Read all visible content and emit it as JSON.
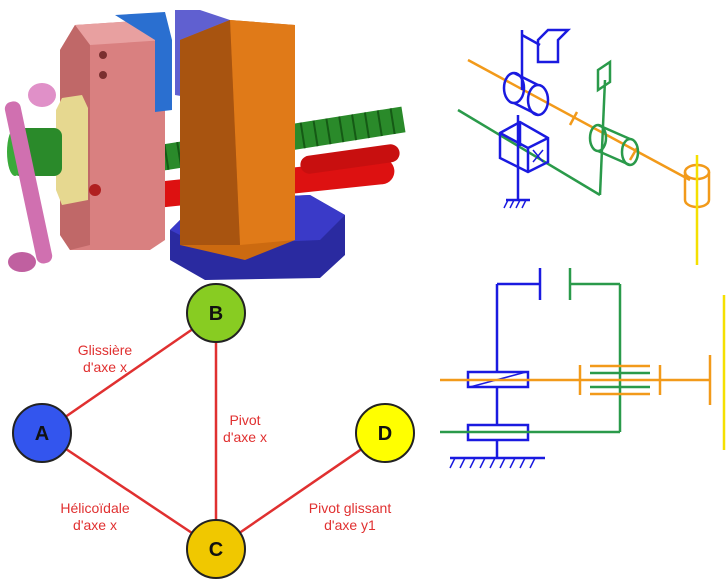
{
  "graph": {
    "nodes": {
      "A": {
        "label": "A",
        "color": "#3355ee"
      },
      "B": {
        "label": "B",
        "color": "#88cc22"
      },
      "C": {
        "label": "C",
        "color": "#f0c800"
      },
      "D": {
        "label": "D",
        "color": "#ffff00"
      }
    },
    "edges": [
      {
        "from": "A",
        "to": "B",
        "line1": "Glissière",
        "line2": "d'axe x"
      },
      {
        "from": "B",
        "to": "C",
        "line1": "Pivot",
        "line2": "d'axe x"
      },
      {
        "from": "A",
        "to": "C",
        "line1": "Hélicoïdale",
        "line2": "d'axe x"
      },
      {
        "from": "C",
        "to": "D",
        "line1": "Pivot glissant",
        "line2": "d'axe y1"
      }
    ],
    "edge_color": "#e03030",
    "label_color": "#e03030"
  },
  "vise_illustration": {
    "colors": {
      "body": "#d98080",
      "jaw_fixed": "#2a6fd0",
      "jaw_mobile": "#6060d0",
      "slider": "#cc6a10",
      "screw": "#2a8a2a",
      "guide": "#dd1111",
      "base": "#2a2aa0",
      "handle": "#d070b0",
      "plate": "#e6d890"
    }
  },
  "kinematic_3d": {
    "colors": {
      "blue": "#1a1ae0",
      "green": "#2a9a4a",
      "orange": "#f29a1a",
      "yellow": "#f5e000"
    }
  },
  "kinematic_2d": {
    "colors": {
      "blue": "#1a1ae0",
      "green": "#2a9a4a",
      "orange": "#f29a1a",
      "yellow": "#f5e000"
    }
  }
}
